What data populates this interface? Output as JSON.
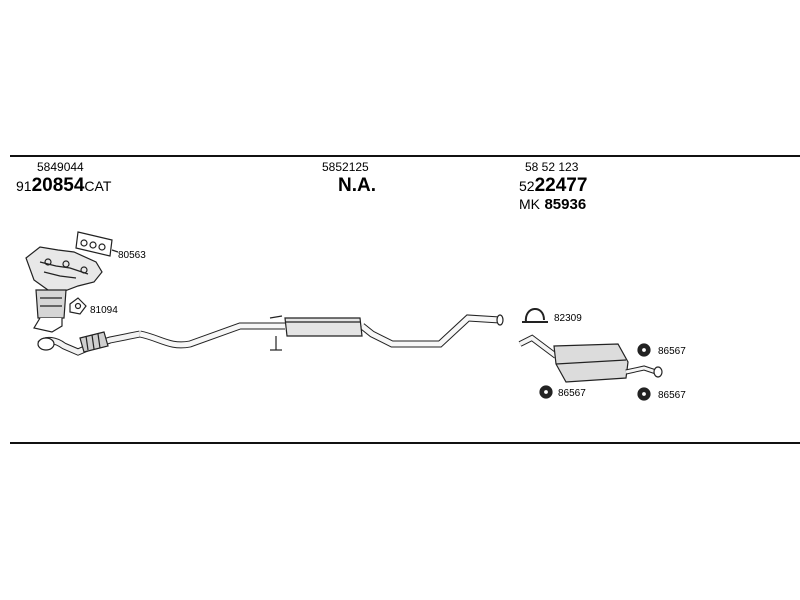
{
  "sections": [
    {
      "code": "5849044",
      "part_prefix": "91",
      "part_main": "20854",
      "part_suffix": "CAT"
    },
    {
      "code": "5852125",
      "part_prefix": "",
      "part_main": "N.A.",
      "part_suffix": ""
    },
    {
      "code": "58 52 123",
      "part_prefix": "52",
      "part_main": "22477",
      "part_suffix": "",
      "kit_prefix": "MK",
      "kit_main": "85936"
    }
  ],
  "callouts": {
    "gasket_manifold": "80563",
    "gasket_cat": "81094",
    "clamp": "82309",
    "hanger_top_right": "86567",
    "hanger_bottom_left": "86567",
    "hanger_bottom_right": "86567"
  }
}
